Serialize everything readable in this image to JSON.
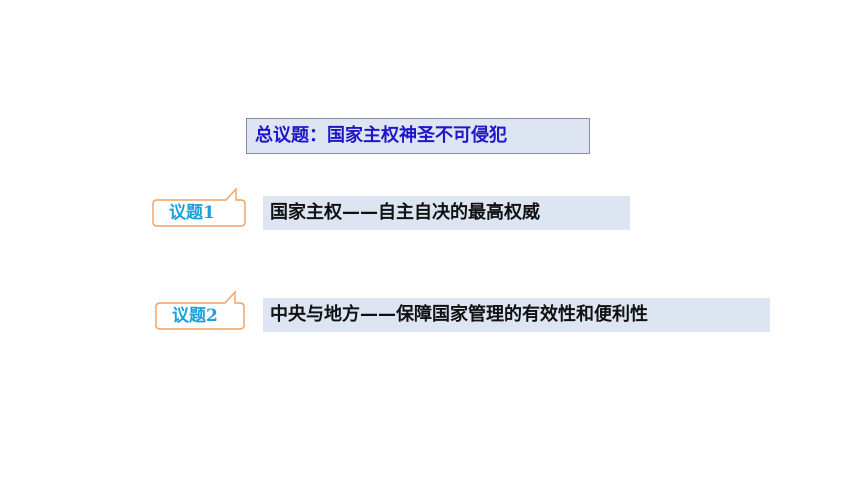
{
  "slide": {
    "title": "总议题：国家主权神圣不可侵犯",
    "topics": [
      {
        "badge": "议题1",
        "text": "国家主权——自主自决的最高权威"
      },
      {
        "badge": "议题2",
        "text": "中央与地方——保障国家管理的有效性和便利性"
      }
    ]
  },
  "colors": {
    "title_text": "#1f16c8",
    "box_fill": "#dde5f2",
    "badge_accent": "#1aa0dd",
    "badge_border": "#f0a060"
  }
}
